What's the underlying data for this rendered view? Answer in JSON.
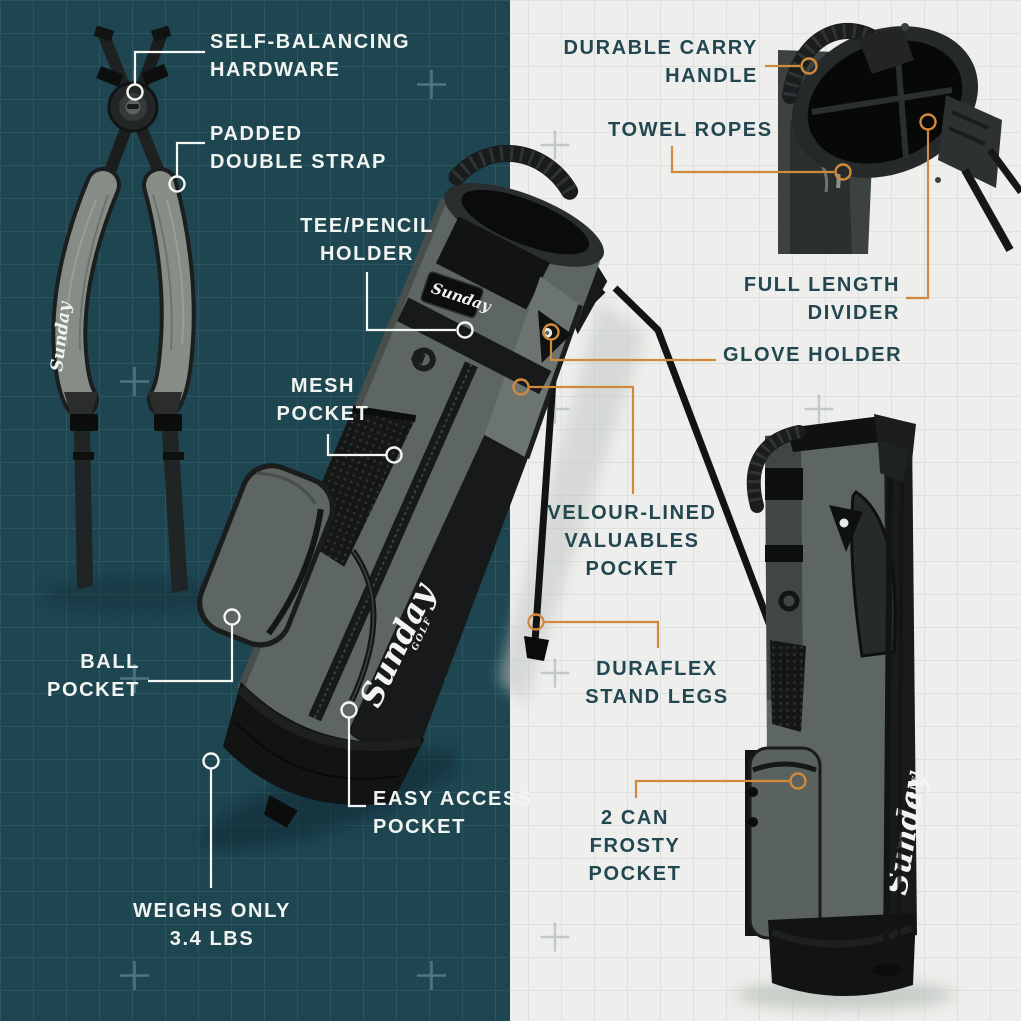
{
  "brand": {
    "script": "Sunday",
    "sub": "GOLF"
  },
  "palette": {
    "teal_bg": "#1e4651",
    "white_bg": "#eeefec",
    "accent_orange": "#d18a3c",
    "label_light": "#f2f4f1",
    "label_dark": "#234751",
    "bag_gray": "#5d6662",
    "bag_black": "#141516"
  },
  "callouts": {
    "self_balancing": {
      "lines": [
        "SELF-BALANCING",
        "HARDWARE"
      ]
    },
    "padded_double_strap": {
      "lines": [
        "PADDED",
        "DOUBLE STRAP"
      ]
    },
    "tee_pencil_holder": {
      "lines": [
        "TEE/PENCIL",
        "HOLDER"
      ]
    },
    "mesh_pocket": {
      "lines": [
        "MESH",
        "POCKET"
      ]
    },
    "ball_pocket": {
      "lines": [
        "BALL",
        "POCKET"
      ]
    },
    "easy_access_pocket": {
      "lines": [
        "EASY ACCESS",
        "POCKET"
      ]
    },
    "weighs_only": {
      "lines": [
        "WEIGHS ONLY",
        "3.4 LBS"
      ]
    },
    "durable_carry_handle": {
      "lines": [
        "DURABLE CARRY",
        "HANDLE"
      ]
    },
    "towel_ropes": {
      "lines": [
        "TOWEL ROPES"
      ]
    },
    "full_length_divider": {
      "lines": [
        "FULL LENGTH",
        "DIVIDER"
      ]
    },
    "glove_holder": {
      "lines": [
        "GLOVE HOLDER"
      ]
    },
    "velour_pocket": {
      "lines": [
        "VELOUR-LINED",
        "VALUABLES",
        "POCKET"
      ]
    },
    "duraflex_legs": {
      "lines": [
        "DURAFLEX",
        "STAND LEGS"
      ]
    },
    "frosty_pocket": {
      "lines": [
        "2 CAN",
        "FROSTY",
        "POCKET"
      ]
    }
  }
}
